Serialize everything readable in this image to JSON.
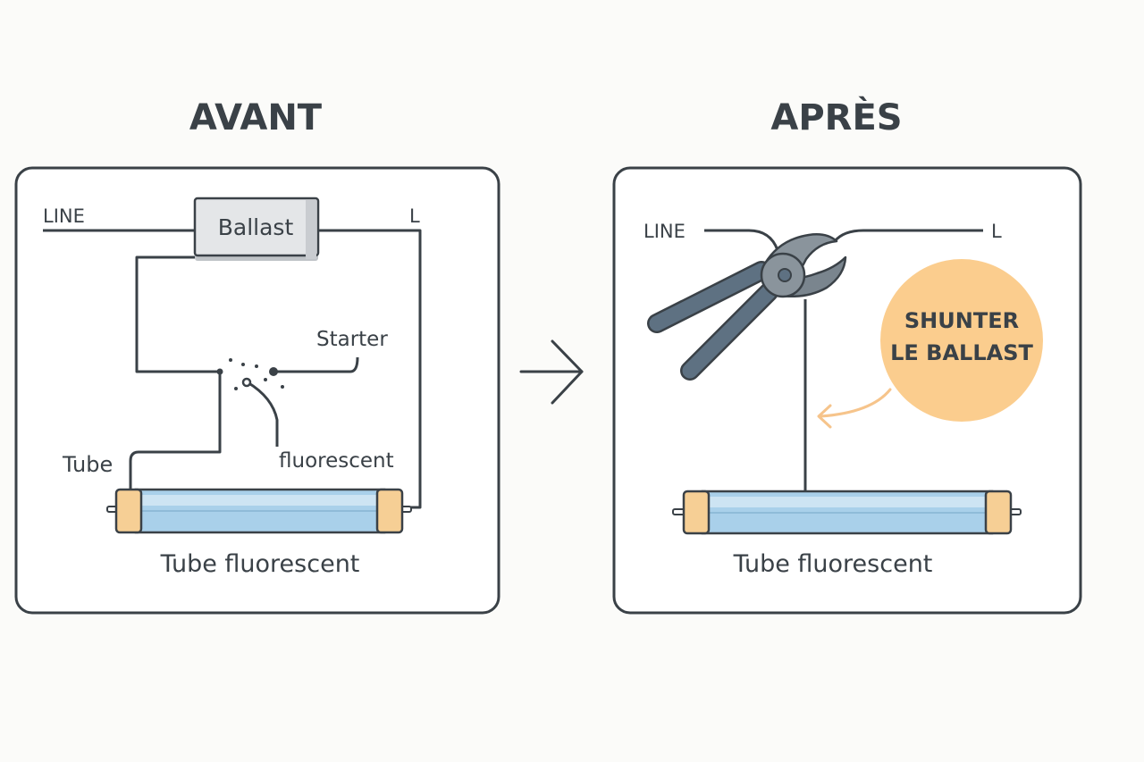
{
  "headings": {
    "before": "AVANT",
    "after": "APRÈS"
  },
  "before": {
    "line_label": "LINE",
    "l_label": "L",
    "ballast_label": "Ballast",
    "starter_label": "Starter",
    "tube_label": "Tube",
    "fluorescent_label": "fluorescent",
    "tube_caption": "Tube fluorescent"
  },
  "after": {
    "line_label": "LINE",
    "l_label": "L",
    "badge_line1": "SHUNTER",
    "badge_line2": "LE BALLAST",
    "tube_caption": "Tube fluorescent"
  },
  "icons": {
    "arrow": "arrow-right-icon",
    "tool": "pliers-icon"
  },
  "colors": {
    "ink": "#3a4147",
    "tube_glass": "#a9d0ea",
    "tube_cap": "#f6cf95",
    "badge": "#fbcd8e",
    "ballast_fill": "#e4e6e8",
    "pliers": "#5e7182",
    "arrow_accent": "#f6c48b"
  }
}
